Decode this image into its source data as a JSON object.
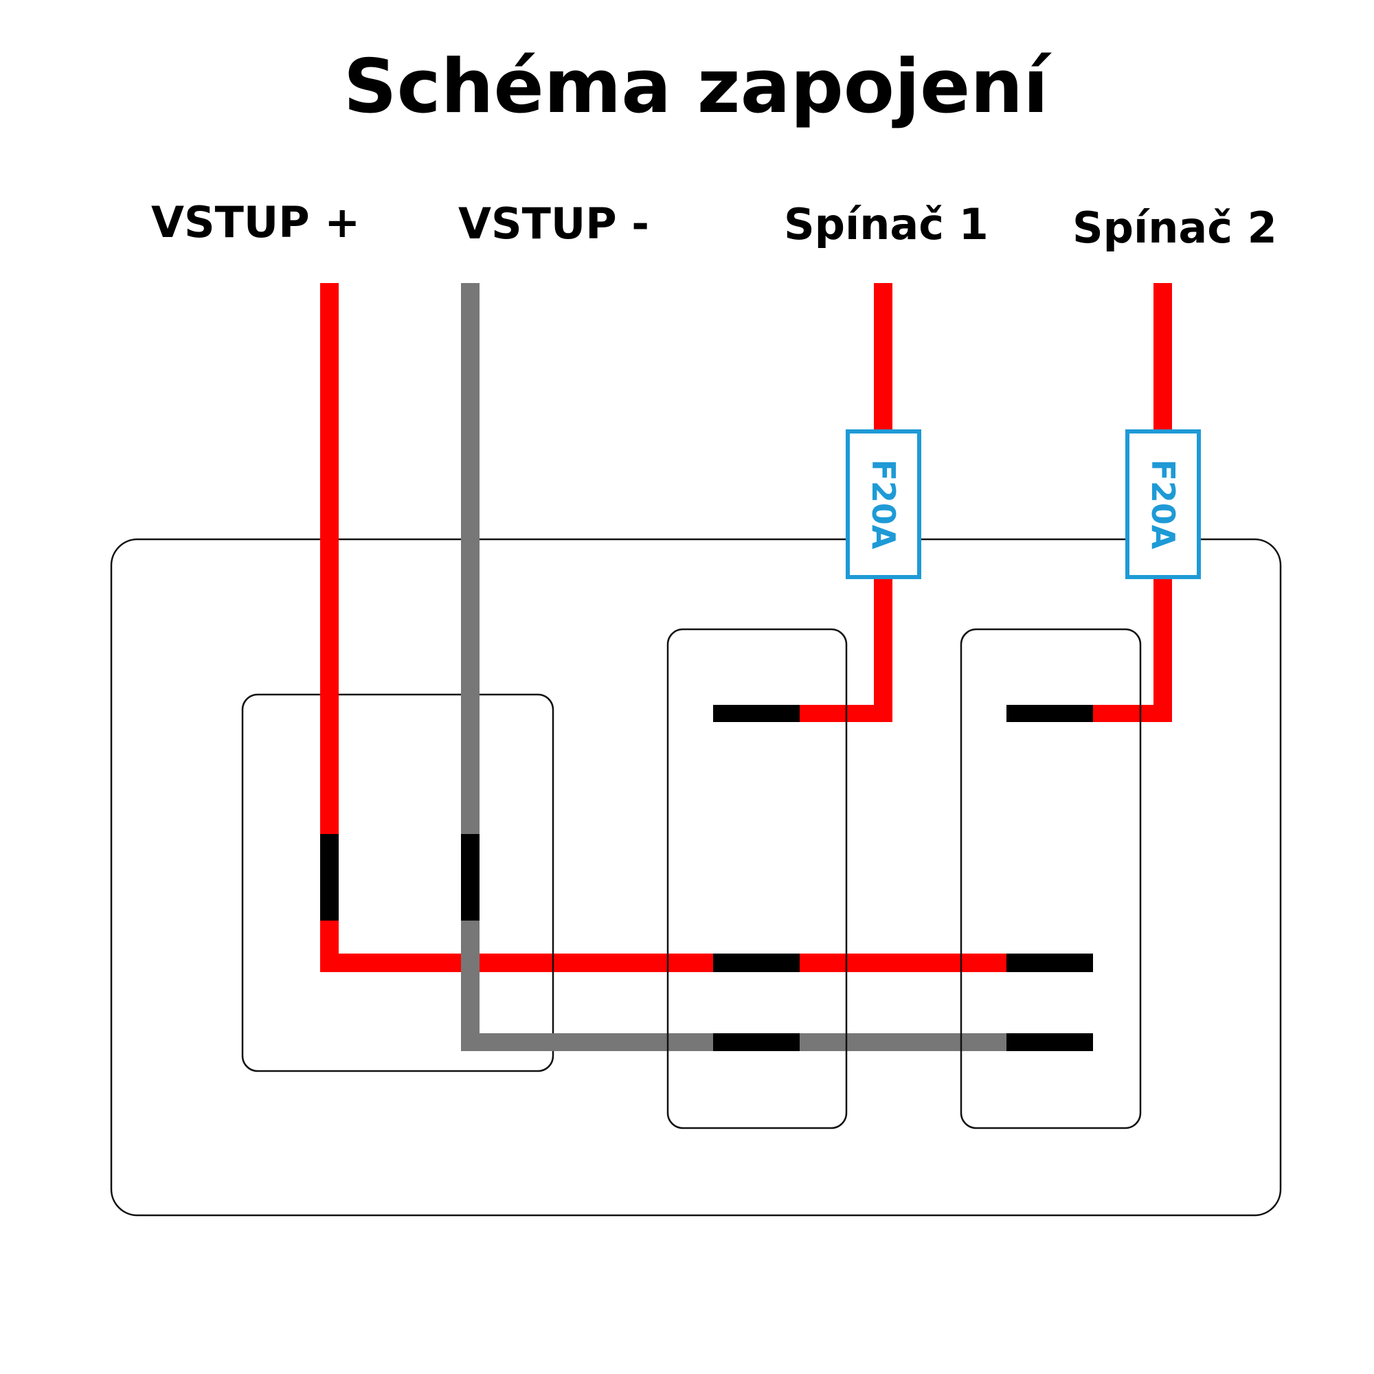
{
  "title": "Schéma zapojení",
  "labels": {
    "input_positive": "VSTUP +",
    "input_negative": "VSTUP -",
    "switch_1": "Spínač 1",
    "switch_2": "Spínač 2"
  },
  "fuses": [
    {
      "id": "fuse-1",
      "label": "F20A",
      "circuit": "Spínač 1"
    },
    {
      "id": "fuse-2",
      "label": "F20A",
      "circuit": "Spínač 2"
    }
  ],
  "colors": {
    "positive_wire": "#ff0000",
    "negative_wire": "#777777",
    "terminal": "#000000",
    "fuse": "#1e9ad6",
    "outline": "#111111"
  },
  "components": [
    {
      "name": "main-enclosure"
    },
    {
      "name": "input-module"
    },
    {
      "name": "switch-1-module"
    },
    {
      "name": "switch-2-module"
    }
  ],
  "wires": [
    {
      "name": "input-positive-wire",
      "polarity": "positive",
      "connects": [
        "VSTUP +",
        "input-module",
        "switch-1-module",
        "switch-2-module"
      ]
    },
    {
      "name": "input-negative-wire",
      "polarity": "negative",
      "connects": [
        "VSTUP -",
        "input-module",
        "switch-1-module",
        "switch-2-module"
      ]
    },
    {
      "name": "switch-1-output-wire",
      "polarity": "positive",
      "connects": [
        "Spínač 1",
        "F20A",
        "switch-1-module"
      ]
    },
    {
      "name": "switch-2-output-wire",
      "polarity": "positive",
      "connects": [
        "Spínač 2",
        "F20A",
        "switch-2-module"
      ]
    }
  ]
}
